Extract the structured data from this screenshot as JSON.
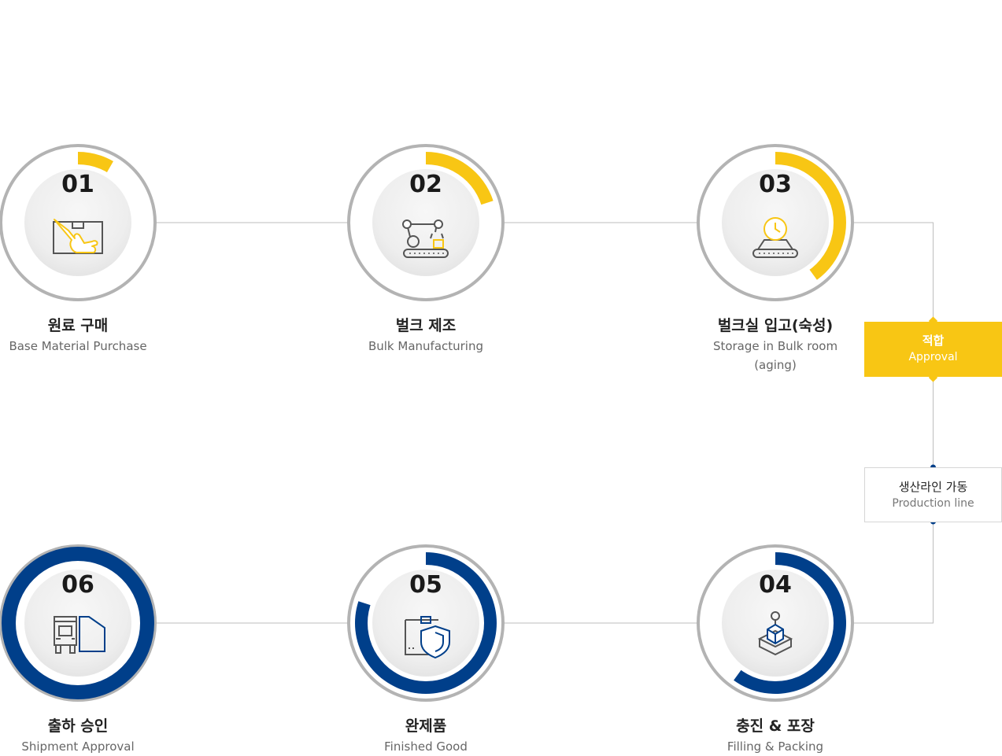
{
  "colors": {
    "yellow": "#f8c614",
    "blue": "#003f8a",
    "ring_gray": "#b3b3b3",
    "line_gray": "#bdbdbd",
    "icon_gray": "#555555"
  },
  "steps": [
    {
      "num": "01",
      "label_ko": "원료 구매",
      "label_en": "Base Material Purchase",
      "label_en2": "",
      "progress": 0.0833,
      "color": "yellow",
      "icon": "hand-box-icon"
    },
    {
      "num": "02",
      "label_ko": "벌크 제조",
      "label_en": "Bulk Manufacturing",
      "label_en2": "",
      "progress": 0.2,
      "color": "yellow",
      "icon": "robot-arm-icon"
    },
    {
      "num": "03",
      "label_ko": "벌크실 입고(숙성)",
      "label_en": "Storage in Bulk room",
      "label_en2": "(aging)",
      "progress": 0.4,
      "color": "yellow",
      "icon": "clock-conveyor-icon"
    },
    {
      "num": "04",
      "label_ko": "충진 & 포장",
      "label_en": "Filling & Packing",
      "label_en2": "",
      "progress": 0.6,
      "color": "blue",
      "icon": "package-box-icon"
    },
    {
      "num": "05",
      "label_ko": "완제품",
      "label_en": "Finished Good",
      "label_en2": "",
      "progress": 0.8,
      "color": "blue",
      "icon": "shield-box-icon"
    },
    {
      "num": "06",
      "label_ko": "출하 승인",
      "label_en": "Shipment Approval",
      "label_en2": "",
      "progress": 1.0,
      "color": "blue",
      "icon": "truck-icon"
    }
  ],
  "approval": {
    "label_ko": "적합",
    "label_en": "Approval"
  },
  "production": {
    "label_ko": "생산라인 가동",
    "label_en": "Production line"
  }
}
